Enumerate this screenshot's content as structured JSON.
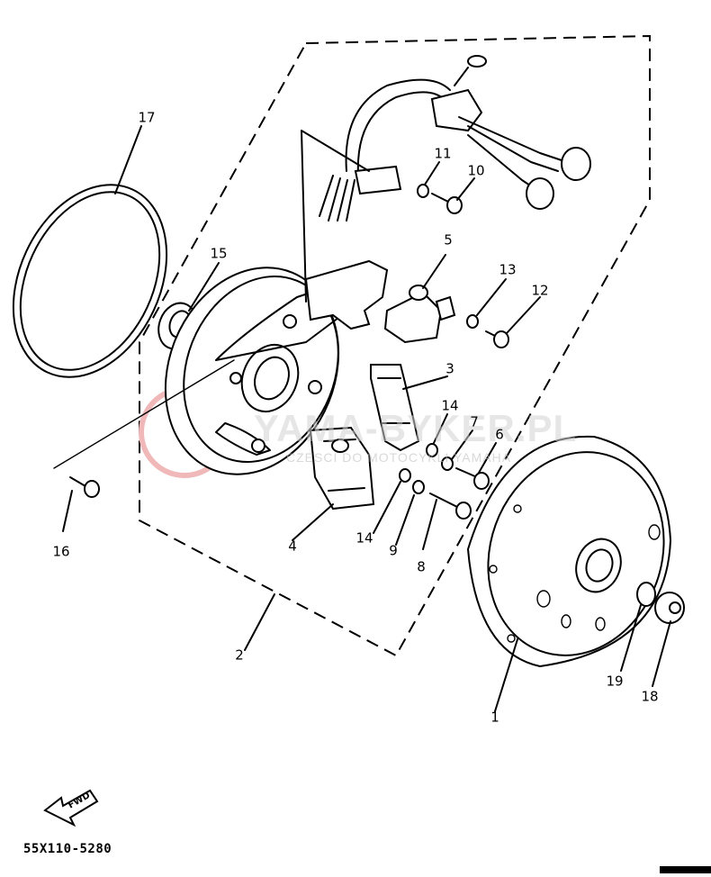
{
  "diagram": {
    "part_numbers": [
      "1",
      "2",
      "3",
      "4",
      "5",
      "6",
      "7",
      "8",
      "9",
      "10",
      "11",
      "12",
      "13",
      "14",
      "14",
      "15",
      "16",
      "17",
      "18",
      "19"
    ],
    "drawing_code": "55X110-5280",
    "fwd_label": "FWD",
    "watermark": {
      "main": "YAMA-BYKER.PL",
      "sub": "CZESCI DO MOTOCYKLI YAMAHA"
    },
    "colors": {
      "line": "#000000",
      "watermark": "#d9d9d9",
      "logo": "#e8a0a0"
    }
  }
}
